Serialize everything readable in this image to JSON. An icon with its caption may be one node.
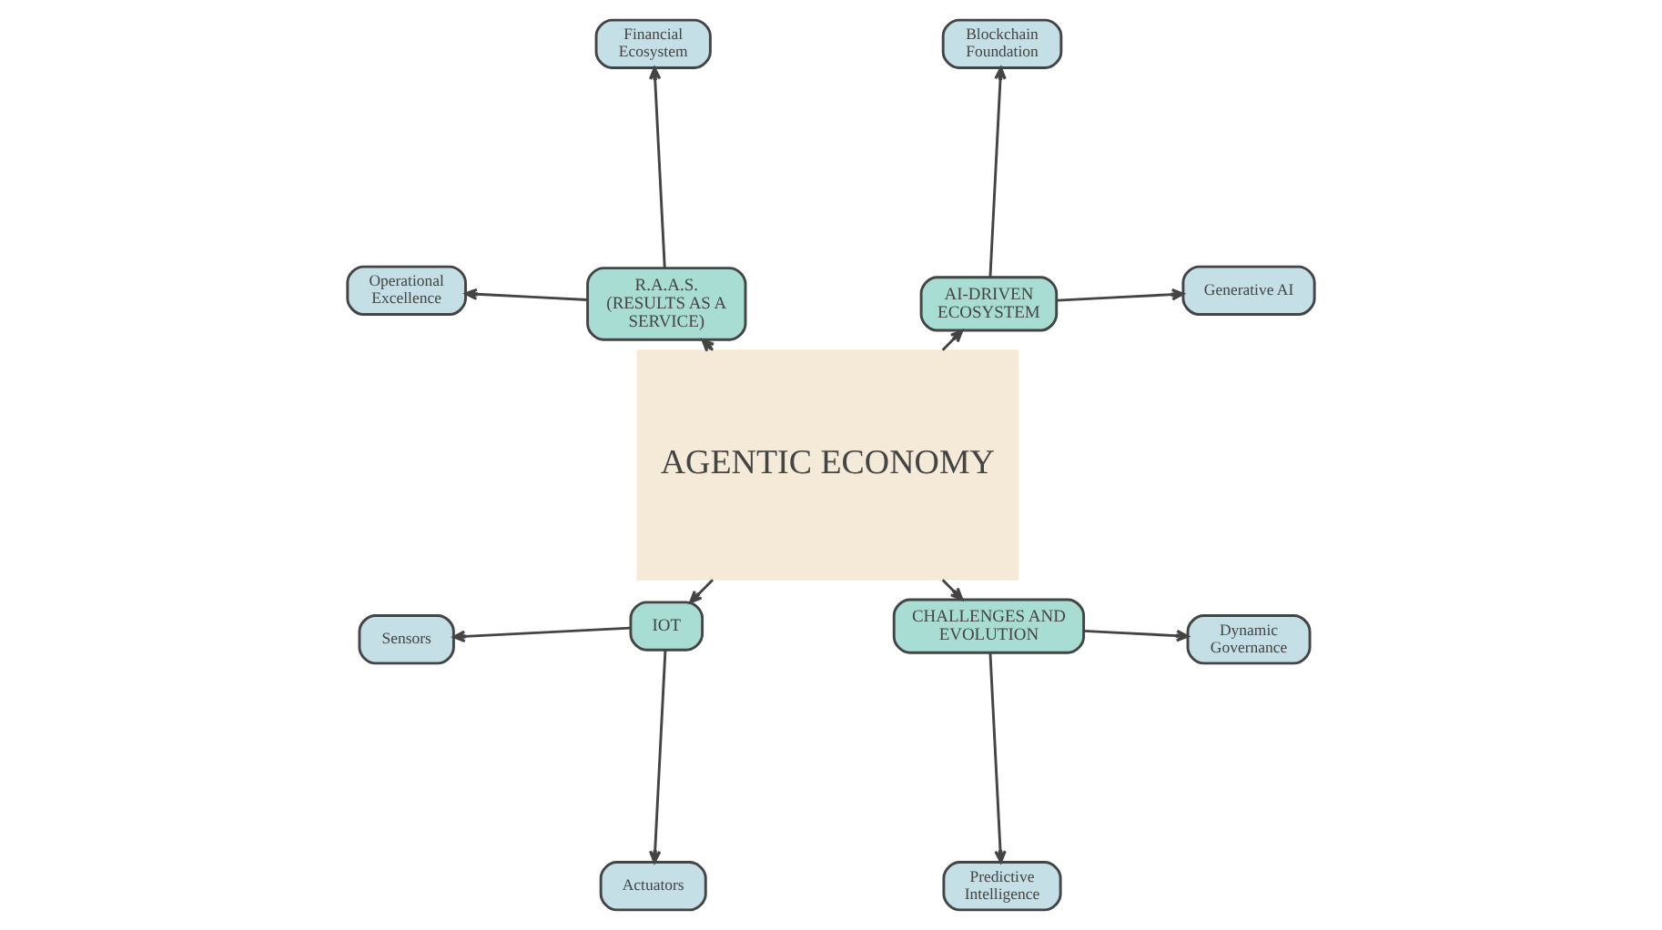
{
  "diagram": {
    "nodes": [
      {
        "text": [
          "AGENTIC ECONOMY"
        ]
      },
      {
        "text": [
          "AI-DRIVEN ECOSYSTEM"
        ]
      },
      {
        "text": [
          "Generative AI"
        ]
      },
      {
        "text": [
          "Blockchain Foundation"
        ]
      },
      {
        "text": [
          "R.A.A.S. (RESULTS AS A SERVICE)"
        ]
      },
      {
        "text": [
          "Financial Ecosystem"
        ]
      },
      {
        "text": [
          "Operational Excellence"
        ]
      },
      {
        "text": [
          "IOT"
        ]
      },
      {
        "text": [
          "Sensors"
        ]
      },
      {
        "text": [
          "Actuators"
        ]
      },
      {
        "text": [
          "CHALLENGES AND EVOLUTION"
        ]
      },
      {
        "text": [
          "Predictive Intelligence"
        ]
      },
      {
        "text": [
          "Dynamic Governance"
        ]
      }
    ],
    "edges": [
      {
        "from": 0,
        "to": 1,
        "arrow": "to"
      },
      {
        "from": 1,
        "to": 2,
        "arrow": "to"
      },
      {
        "from": 1,
        "to": 3,
        "arrow": "to"
      },
      {
        "from": 0,
        "to": 4,
        "arrow": "to"
      },
      {
        "from": 4,
        "to": 5,
        "arrow": "to"
      },
      {
        "from": 4,
        "to": 6,
        "arrow": "to"
      },
      {
        "from": 0,
        "to": 7,
        "arrow": "to"
      },
      {
        "from": 7,
        "to": 8,
        "arrow": "to"
      },
      {
        "from": 7,
        "to": 9,
        "arrow": "to"
      },
      {
        "from": 0,
        "to": 10,
        "arrow": "to"
      },
      {
        "from": 10,
        "to": 11,
        "arrow": "to"
      },
      {
        "from": 10,
        "to": 12,
        "arrow": "to"
      }
    ]
  }
}
